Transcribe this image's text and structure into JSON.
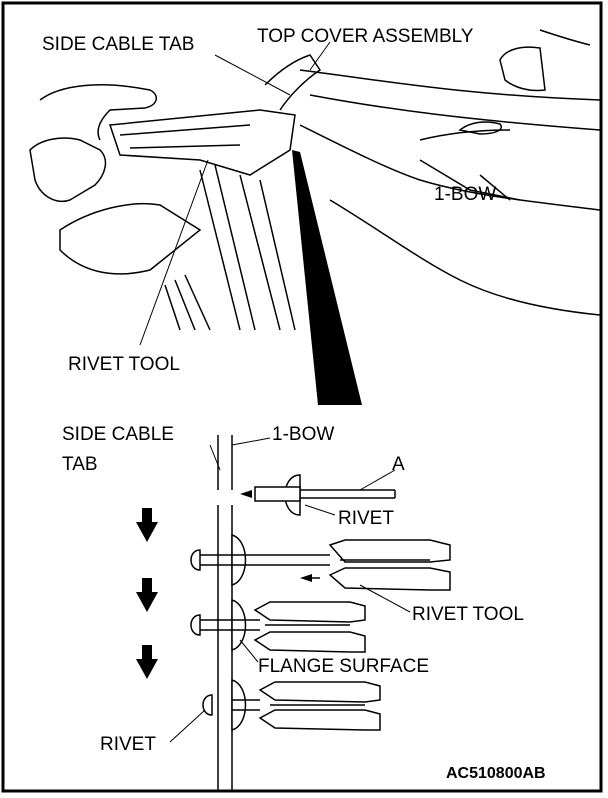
{
  "labels": {
    "top_cover_assembly": "TOP COVER ASSEMBLY",
    "side_cable_tab_top": "SIDE CABLE TAB",
    "one_bow_top": "1-BOW",
    "rivet_tool_top": "RIVET TOOL",
    "side_cable_tab_line1": "SIDE CABLE",
    "side_cable_tab_line2": "TAB",
    "one_bow_detail": "1-BOW",
    "a_marker": "A",
    "rivet_detail": "RIVET",
    "rivet_tool_detail": "RIVET TOOL",
    "flange_surface": "FLANGE SURFACE",
    "rivet_bottom": "RIVET",
    "figure_code": "AC510800AB"
  }
}
